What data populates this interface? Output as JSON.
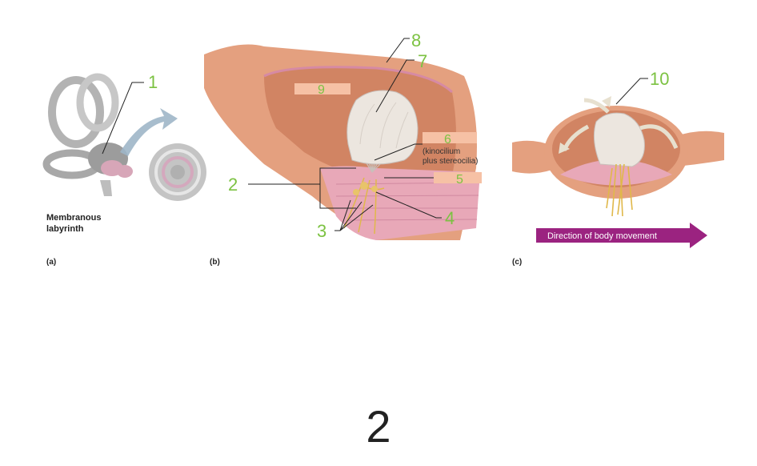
{
  "colors": {
    "label_green": "#7cc242",
    "tissue": "#e4a07f",
    "tissue_dark": "#c97757",
    "tissue_light": "#f3c7ad",
    "cell_pink": "#e8a8b8",
    "hair_gray": "#d8d3cc",
    "label_box": "#f6c1a5",
    "movement_arrow": "#9b2380",
    "labyrinth_gray": "#b3b3b3",
    "flow_arrow": "#e7e0cf"
  },
  "diagram": {
    "panel_a": {
      "tag": "(a)",
      "caption_line1": "Membranous",
      "caption_line2": "labyrinth",
      "label_1": "1"
    },
    "panel_b": {
      "tag": "(b)",
      "label_2": "2",
      "label_3": "3",
      "label_4": "4",
      "label_5": "5",
      "label_6": "6",
      "label_6_note_line1": "(kinocilium",
      "label_6_note_line2": "plus stereocilia)",
      "label_7": "7",
      "label_8": "8",
      "label_9": "9"
    },
    "panel_c": {
      "tag": "(c)",
      "label_10": "10",
      "movement_text": "Direction of body movement"
    }
  },
  "card_number": "2"
}
